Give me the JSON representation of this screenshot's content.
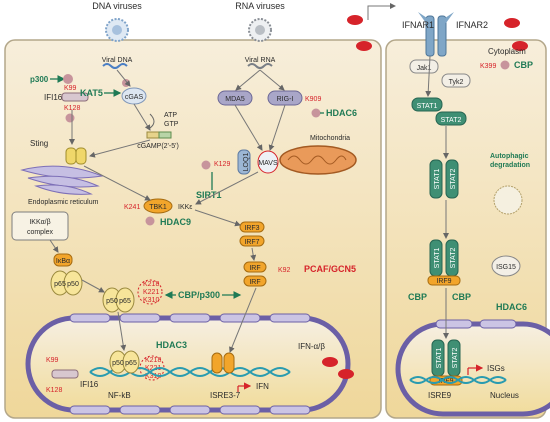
{
  "labels": {
    "dna_viruses": "DNA viruses",
    "rna_viruses": "RNA viruses",
    "viral_dna": "Viral DNA",
    "viral_rna": "Viral RNA",
    "ifnar1": "IFNAR1",
    "ifnar2": "IFNAR2",
    "cytoplasm": "Cytoplasm",
    "nucleus": "Nucleus",
    "p300": "p300",
    "kat5": "KAT5",
    "ifi16": "IFI16",
    "cgas": "cGAS",
    "atp": "ATP",
    "gtp": "GTP",
    "cgamp": "cGAMP(2'-5')",
    "sting": "Sting",
    "er": "Endoplasmic reticulum",
    "mda5": "MDA5",
    "rigi": "RIG-I",
    "hdac6": "HDAC6",
    "mitochondria": "Mitochondria",
    "mavs": "MAVS",
    "loq1": "LOQ1",
    "sirt1": "SIRT1",
    "tbk1": "TBK1",
    "ikke": "IKKε",
    "hdac9": "HDAC9",
    "ikk_complex_1": "IKKα/β",
    "ikk_complex_2": "complex",
    "ikba": "IκBα",
    "p65": "p65",
    "p50": "p50",
    "irf3": "IRF3",
    "irf7": "IRF7",
    "irf": "IRF",
    "pcaf": "PCAF/GCN5",
    "cbp_p300": "CBP/p300",
    "hdac3": "HDAC3",
    "nfkb": "NF-kB",
    "isre37": "ISRE3-7",
    "ifn": "IFN",
    "ifn_ab": "IFN-α/β",
    "jak1": "Jak1",
    "tyk2": "Tyk2",
    "cbp": "CBP",
    "stat1": "STAT1",
    "stat2": "STAT2",
    "autophagic_1": "Autophagic",
    "autophagic_2": "degradation",
    "isg15": "ISG15",
    "isre9": "ISRE9",
    "isgs": "ISGs",
    "irf9": "IRF9",
    "p": "P",
    "ac": "Ac"
  },
  "residues": {
    "k99": "K99",
    "k128": "K128",
    "k909": "K909",
    "k129": "K129",
    "k241": "K241",
    "k92": "K92",
    "k218": "K218",
    "k221": "K221",
    "k310": "K310",
    "k399": "K399"
  },
  "colors": {
    "cell_bg": "#f5e7c8",
    "red": "#d6232a",
    "green": "#1f7a55",
    "stat": "#3f8f74",
    "orange": "#f2a52b",
    "purple": "#8a7fb8",
    "pink_ac": "#c7949c"
  }
}
